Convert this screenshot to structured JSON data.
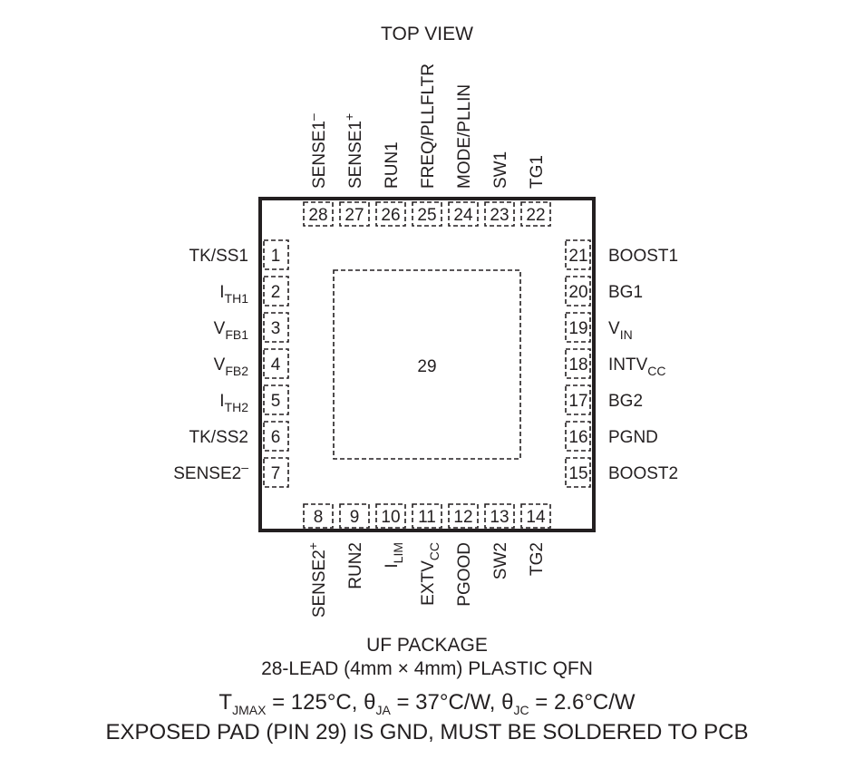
{
  "title": "TOP VIEW",
  "package": {
    "name": "UF PACKAGE",
    "description": "28-LEAD (4mm × 4mm) PLASTIC QFN",
    "thermal": {
      "tjmax": "125°C",
      "theta_ja": "37°C/W",
      "theta_jc": "2.6°C/W"
    },
    "note": "EXPOSED PAD (PIN 29) IS GND, MUST BE SOLDERED TO PCB"
  },
  "exposed_pad": {
    "number": "29"
  },
  "pins": {
    "left": [
      {
        "num": "1",
        "name": "TK/SS1"
      },
      {
        "num": "2",
        "main": "I",
        "sub": "TH1"
      },
      {
        "num": "3",
        "main": "V",
        "sub": "FB1"
      },
      {
        "num": "4",
        "main": "V",
        "sub": "FB2"
      },
      {
        "num": "5",
        "main": "I",
        "sub": "TH2"
      },
      {
        "num": "6",
        "name": "TK/SS2"
      },
      {
        "num": "7",
        "name": "SENSE2",
        "sup": "–"
      }
    ],
    "bottom": [
      {
        "num": "8",
        "name": "SENSE2",
        "sup": "+"
      },
      {
        "num": "9",
        "name": "RUN2"
      },
      {
        "num": "10",
        "main": "I",
        "sub": "LIM"
      },
      {
        "num": "11",
        "main": "EXTV",
        "sub": "CC"
      },
      {
        "num": "12",
        "name": "PGOOD"
      },
      {
        "num": "13",
        "name": "SW2"
      },
      {
        "num": "14",
        "name": "TG2"
      }
    ],
    "right": [
      {
        "num": "21",
        "name": "BOOST1"
      },
      {
        "num": "20",
        "name": "BG1"
      },
      {
        "num": "19",
        "main": "V",
        "sub": "IN"
      },
      {
        "num": "18",
        "main": "INTV",
        "sub": "CC"
      },
      {
        "num": "17",
        "name": "BG2"
      },
      {
        "num": "16",
        "name": "PGND"
      },
      {
        "num": "15",
        "name": "BOOST2"
      }
    ],
    "top": [
      {
        "num": "28",
        "name": "SENSE1",
        "sup": "–"
      },
      {
        "num": "27",
        "name": "SENSE1",
        "sup": "+"
      },
      {
        "num": "26",
        "name": "RUN1"
      },
      {
        "num": "25",
        "name": "FREQ/PLLFLTR"
      },
      {
        "num": "24",
        "name": "MODE/PLLIN"
      },
      {
        "num": "23",
        "name": "SW1"
      },
      {
        "num": "22",
        "name": "TG1"
      }
    ]
  }
}
